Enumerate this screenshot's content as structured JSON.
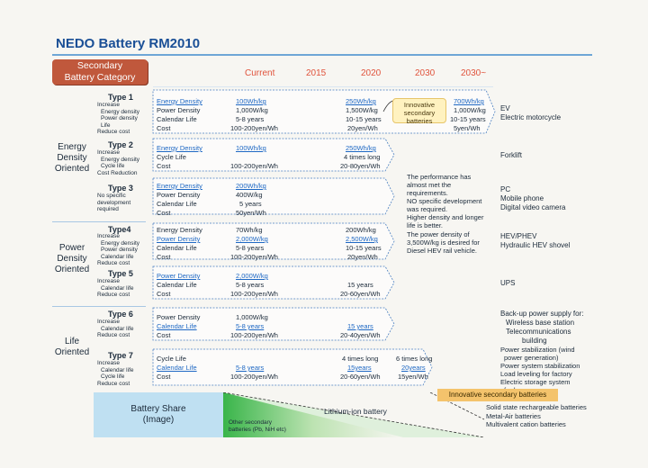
{
  "title": "NEDO Battery RM2010",
  "category_header": [
    "Secondary",
    "Battery Category"
  ],
  "years": [
    "Current",
    "2015",
    "2020",
    "2030",
    "2030~"
  ],
  "groups": [
    {
      "label": [
        "Energy",
        "Density",
        "Oriented"
      ]
    },
    {
      "label": [
        "Power",
        "Density",
        "Oriented"
      ]
    },
    {
      "label": [
        "Life",
        "Oriented"
      ]
    }
  ],
  "types": [
    {
      "name": "Type 1",
      "sub": [
        "Increase",
        "Energy density",
        "Power density",
        "Life",
        "Reduce cost"
      ],
      "metrics": [
        "Energy Density",
        "Power Density",
        "Calendar Life",
        "Cost"
      ],
      "current": [
        "100Wh/kg",
        "1,000W/kg",
        "5-8 years",
        "100-200yen/Wh"
      ],
      "y2020": [
        "250Wh/kg",
        "1,500W/kg",
        "10-15 years",
        "20yen/Wh"
      ],
      "y2030p": [
        "700Wh/kg",
        "1,000W/kg",
        "10-15 years",
        "5yen/Wh"
      ],
      "apps": [
        "EV",
        "Electric motorcycle"
      ]
    },
    {
      "name": "Type 2",
      "sub": [
        "Increase",
        "Energy density",
        "Cycle life",
        "Cost Reduction"
      ],
      "metrics": [
        "Energy Density",
        "Cycle Life",
        "Cost"
      ],
      "current": [
        "100Wh/kg",
        "",
        "100-200yen/Wh"
      ],
      "y2020": [
        "250Wh/kg",
        "4 times long",
        "20-80yen/Wh"
      ],
      "apps": [
        "Forklift"
      ]
    },
    {
      "name": "Type 3",
      "sub": [
        "No specific",
        "development",
        "required"
      ],
      "metrics": [
        "Energy Density",
        "Power Density",
        "Calendar Life",
        "Cost"
      ],
      "current": [
        "200Wh/kg",
        "400W/kg",
        "5 years",
        "50yen/Wh"
      ],
      "note": [
        "The performance has",
        "almost met the",
        "requirements.",
        "NO specific development",
        "was required.",
        "Higher density and longer",
        "life is better."
      ],
      "apps": [
        "PC",
        "Mobile phone",
        "Digital video camera"
      ]
    },
    {
      "name": "Type4",
      "sub": [
        "Increase",
        "Energy density",
        "Power density",
        "Calendar life",
        "Reduce cost"
      ],
      "metrics": [
        "Energy Density",
        "Power Density",
        "Calendar Life",
        "Cost"
      ],
      "current": [
        "70Wh/kg",
        "2,000W/kg",
        "5-8 years",
        "100-200yen/Wh"
      ],
      "y2020": [
        "200Wh/kg",
        "2,500W/kg",
        "10-15 years",
        "20yen/Wh"
      ],
      "note": [
        "The power density of",
        "3,500W/kg is desired for",
        "Diesel HEV rail vehicle."
      ],
      "apps": [
        "HEV/PHEV",
        "Hydraulic HEV shovel"
      ]
    },
    {
      "name": "Type 5",
      "sub": [
        "Increase",
        "Calendar life",
        "Reduce cost"
      ],
      "metrics": [
        "Power Density",
        "Calendar Life",
        "Cost"
      ],
      "current": [
        "2,000W/kg",
        "5-8 years",
        "100-200yen/Wh"
      ],
      "y2020": [
        "",
        "15 years",
        "20-60yen/Wh"
      ],
      "apps": [
        "UPS"
      ]
    },
    {
      "name": "Type 6",
      "sub": [
        "Increase",
        "Calendar life",
        "Reduce cost"
      ],
      "metrics": [
        "Power Density",
        "Calendar Life",
        "Cost"
      ],
      "current": [
        "1,000W/kg",
        "5-8 years",
        "100-200yen/Wh"
      ],
      "y2020": [
        "",
        "15 years",
        "20-40yen/Wh"
      ],
      "apps": [
        "Back-up power supply for:",
        "Wireless base station",
        "Telecommunications",
        "building"
      ]
    },
    {
      "name": "Type 7",
      "sub": [
        "Increase",
        "Calendar life",
        "Cycle life",
        "Reduce cost"
      ],
      "metrics": [
        "Cycle Life",
        "Calendar Life",
        "Cost"
      ],
      "current": [
        "",
        "5-8 years",
        "100-200yen/Wh"
      ],
      "y2020": [
        "4 times long",
        "15years",
        "20-60yen/Wh"
      ],
      "y2030": [
        "6 times long",
        "20years",
        "15yen/Wh"
      ],
      "apps": [
        "Power stabilization (wind",
        "power generation)",
        "Power system stabilization",
        "Load leveling for factory",
        "Electric storage system",
        "for home"
      ]
    }
  ],
  "innovative_box": [
    "Innovative",
    "secondary",
    "batteries"
  ],
  "battery_share": {
    "label": [
      "Battery Share",
      "(Image)"
    ],
    "other": [
      "Other secondary",
      "batteries (Pb, NiH etc)"
    ],
    "lithium": "Lithium-ion battery",
    "innovative": "Innovative secondary batteries",
    "innovative_list": [
      "Solid state rechargeable batteries",
      "Metal-Air batteries",
      "Multivalent cation batteries"
    ]
  },
  "colors": {
    "title": "#1a4f96",
    "header_bg": "#c0583c",
    "year": "#e0533c",
    "dash": "#4a7fc1",
    "highlight": "#1e68c4"
  }
}
